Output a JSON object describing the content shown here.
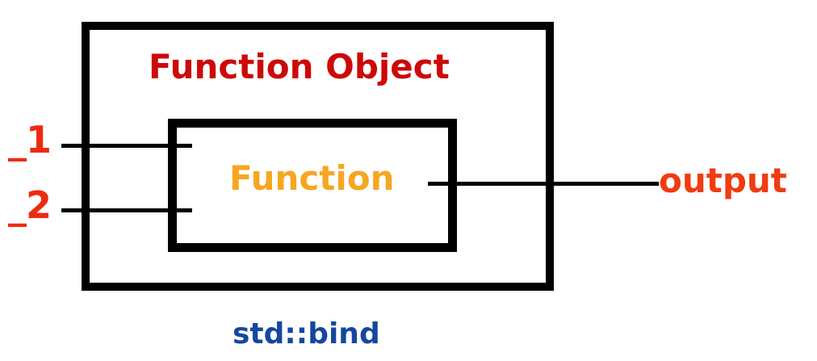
{
  "diagram": {
    "title": "std::bind function object diagram",
    "caption": "std::bind",
    "outer_box_label": "Function Object",
    "inner_box_label": "Function",
    "inputs": [
      {
        "label": "_1",
        "name": "placeholder-1"
      },
      {
        "label": "_2",
        "name": "placeholder-2"
      }
    ],
    "output": {
      "label": "output",
      "name": "output"
    },
    "colors": {
      "outer_box_label": "#cc0908",
      "inner_box_label": "#f6a621",
      "input_label": "#ee2b11",
      "output_label": "#f03c10",
      "caption": "#14489e",
      "box_border": "#000000",
      "connector": "#000000",
      "background": "#ffffff"
    }
  }
}
